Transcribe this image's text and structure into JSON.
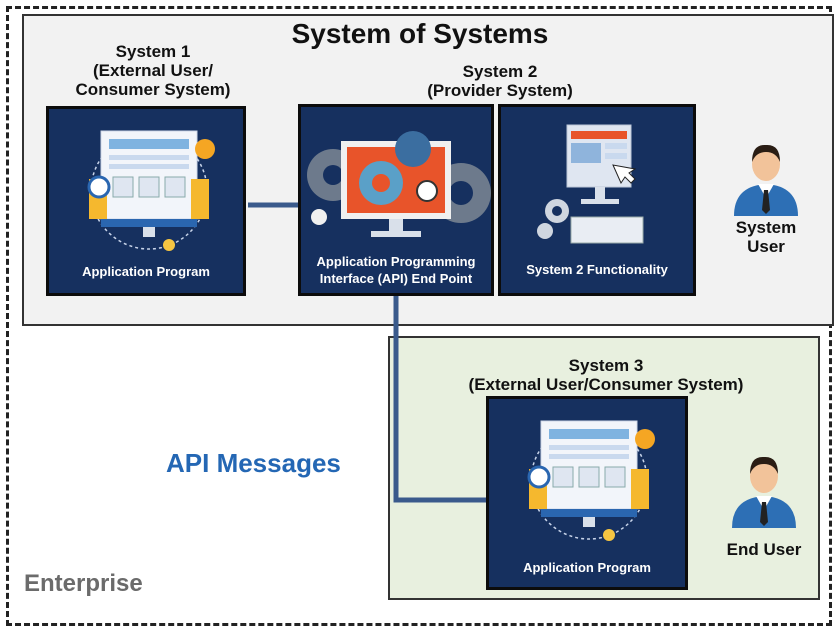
{
  "title": "System of Systems",
  "system1": {
    "name": "System 1",
    "subtitle_1": "(External User/",
    "subtitle_2": "Consumer System)",
    "panel_label": "Application Program"
  },
  "system2": {
    "name": "System 2",
    "subtitle": "(Provider System)",
    "api_panel_label_1": "Application Programming",
    "api_panel_label_2": "Interface (API) End Point",
    "func_panel_label": "System 2 Functionality"
  },
  "system3": {
    "name": "System 3",
    "subtitle": "(External User/Consumer System)",
    "panel_label": "Application Program"
  },
  "system_user": {
    "line1": "System",
    "line2": "User"
  },
  "end_user": "End User",
  "api_messages": "API Messages",
  "enterprise": "Enterprise",
  "colors": {
    "panel_bg": "#16305f",
    "connector": "#3a5a8c",
    "accent_blue": "#2467b4",
    "sos_bg": "#f2f2f2",
    "sys3_bg": "#e8f0df"
  }
}
